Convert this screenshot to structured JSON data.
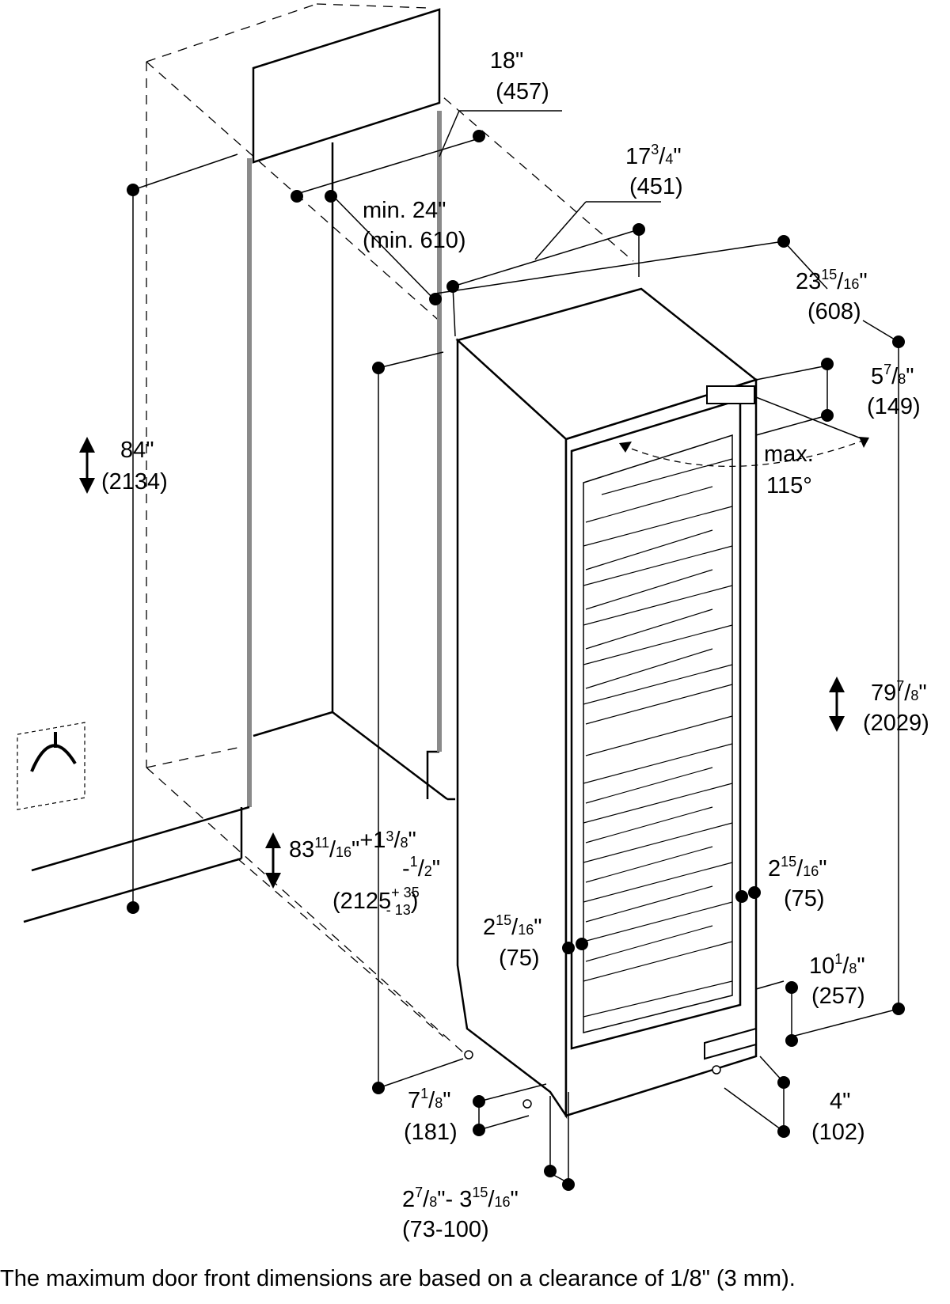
{
  "dimensions": {
    "panel_width": {
      "value": "18\"",
      "mm": "(457)"
    },
    "side_clearance": {
      "value": "min. 24\"",
      "mm": "(min. 610)"
    },
    "cabinet_width": {
      "main": "17",
      "num": "3",
      "den": "4",
      "mm": "(451)"
    },
    "cabinet_depth": {
      "main": "23",
      "num": "15",
      "den": "16",
      "mm": "(608)"
    },
    "top_hinge": {
      "main": "5",
      "num": "7",
      "den": "8",
      "mm": "(149)"
    },
    "door_angle": {
      "line1": "max.",
      "line2": "115°"
    },
    "niche_height": {
      "value": "84\"",
      "mm": "(2134)"
    },
    "appliance_height": {
      "main": "79",
      "num": "7",
      "den": "8",
      "mm": "(2029)"
    },
    "adjustable_height": {
      "main": "83",
      "num": "11",
      "den": "16",
      "plus": "+1",
      "plus_num": "3",
      "plus_den": "8",
      "minus": "-",
      "minus_num": "1",
      "minus_den": "2",
      "mm": "(2125",
      "mm_plus": "+ 35",
      "mm_minus": "- 13",
      "mm_close": ")"
    },
    "side_gap_left": {
      "main": "2",
      "num": "15",
      "den": "16",
      "mm": "(75)"
    },
    "side_gap_right": {
      "main": "2",
      "num": "15",
      "den": "16",
      "mm": "(75)"
    },
    "bottom_hinge": {
      "main": "10",
      "num": "1",
      "den": "8",
      "mm": "(257)"
    },
    "plinth_depth": {
      "main": "7",
      "num": "1",
      "den": "8",
      "mm": "(181)"
    },
    "plinth_height": {
      "value": "4\"",
      "mm": "(102)"
    },
    "plinth_recess": {
      "a_main": "2",
      "a_num": "7",
      "a_den": "8",
      "sep": "\"- 3",
      "b_num": "15",
      "b_den": "16",
      "mm": "(73-100)"
    }
  },
  "footnote": "The maximum door front dimensions are based on a clearance of 1/8\" (3 mm)."
}
